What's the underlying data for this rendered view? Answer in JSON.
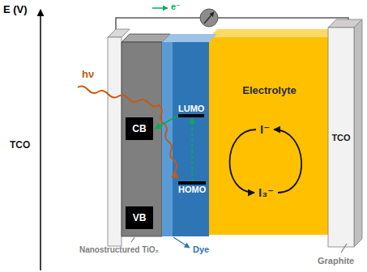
{
  "diagram": {
    "nodes": [
      {
        "text": [
          "CB"
        ]
      },
      {
        "text": [
          "LUMO"
        ]
      },
      {
        "text": [
          "Electrolyte"
        ]
      },
      {
        "text": [
          "I⁻"
        ],
        "in": 2
      },
      {
        "text": [
          "I₃⁻"
        ],
        "in": 2
      },
      {
        "text": [
          "HOMO"
        ]
      },
      {
        "text": [
          "VB"
        ]
      }
    ],
    "edges": [
      {
        "from": 5,
        "to": 1,
        "arrow": "to"
      },
      {
        "from": 1,
        "to": 0,
        "arrow": "to"
      },
      {
        "from": 3,
        "to": 4,
        "arrow": "to"
      },
      {
        "from": 4,
        "to": 3,
        "arrow": "to"
      }
    ],
    "labels": [
      "E (V)",
      "e⁻",
      "hν",
      "TCO",
      "TCO",
      "Nanostructured TiO₂",
      "Dye",
      "Graphite"
    ]
  }
}
